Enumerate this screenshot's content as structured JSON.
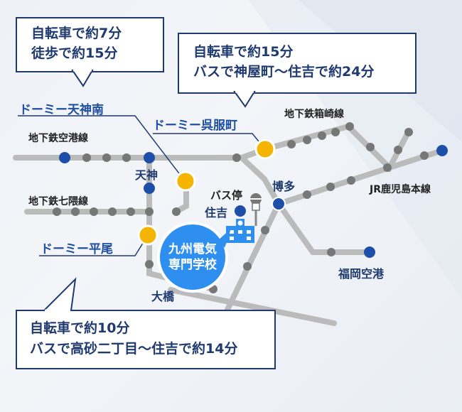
{
  "callouts": {
    "top_left": {
      "line1": "自転車で約7分",
      "line2": "徒歩で約15分"
    },
    "top_right": {
      "line1": "自転車で約15分",
      "line2": "バスで神屋町～住吉で約24分"
    },
    "bottom": {
      "line1": "自転車で約10分",
      "line2": "バスで高砂二丁目～住吉で約14分"
    }
  },
  "dorms": {
    "tenjin_minami": "ドーミー天神南",
    "gofukumachi": "ドーミー呉服町",
    "hirao": "ドーミー平尾"
  },
  "lines": {
    "kuko": "地下鉄空港線",
    "nanakuma": "地下鉄七隈線",
    "hakozaki": "地下鉄箱崎線",
    "kagoshima": "JR鹿児島本線"
  },
  "stations": {
    "tenjin": "天神",
    "hakata": "博多",
    "ohashi": "大橋",
    "fukuoka_airport": "福岡空港",
    "bus_stop": "バス停",
    "sumiyoshi": "住吉"
  },
  "school": {
    "line1": "九州電気",
    "line2": "専門学校"
  },
  "colors": {
    "navy": "#1f3a6e",
    "dorm_text": "#1f4fa0",
    "station_dot": "#1e4fa8",
    "dorm_marker": "#f5b400",
    "school": "#2e8ff0",
    "road": "#bbbbbb",
    "small_dot": "#777777"
  }
}
